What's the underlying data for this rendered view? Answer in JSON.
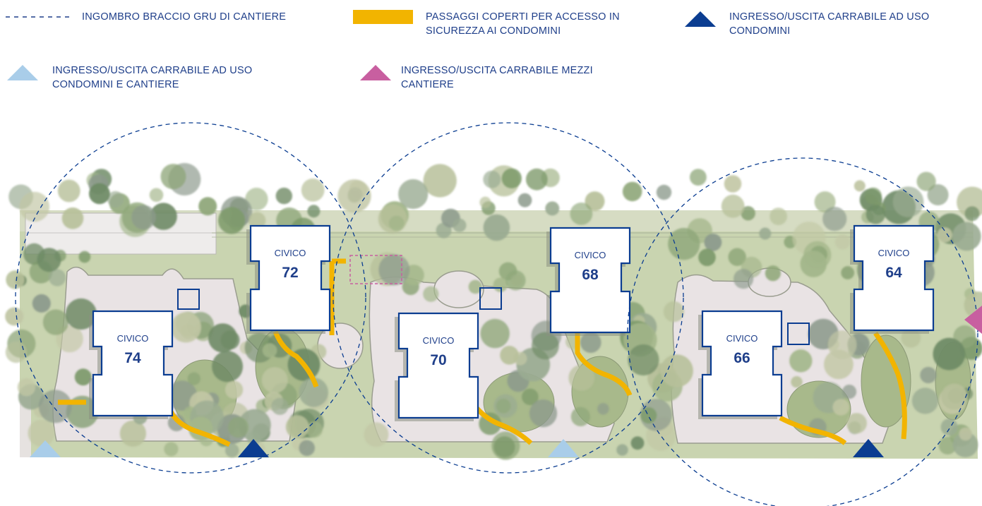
{
  "legend": {
    "crane": "INGOMBRO BRACCIO GRU DI CANTIERE",
    "covered": "PASSAGGI COPERTI PER ACCESSO IN\nSICUREZZA AI CONDOMINI",
    "entry_condomini": "INGRESSO/USCITA CARRABILE AD USO\nCONDOMINI",
    "entry_shared": "INGRESSO/USCITA CARRABILE AD USO\nCONDOMINI E CANTIERE",
    "entry_cantiere": "INGRESSO/USCITA CARRABILE MEZZI\nCANTIERE"
  },
  "buildings": [
    {
      "label": "CIVICO",
      "number": "74"
    },
    {
      "label": "CIVICO",
      "number": "72"
    },
    {
      "label": "CIVICO",
      "number": "70"
    },
    {
      "label": "CIVICO",
      "number": "68"
    },
    {
      "label": "CIVICO",
      "number": "66"
    },
    {
      "label": "CIVICO",
      "number": "64"
    }
  ],
  "colors": {
    "navy": "#0b3d91",
    "text_blue": "#1f3f8a",
    "covered_yellow": "#f2b400",
    "light_blue": "#a9cde9",
    "magenta": "#c85fa0",
    "lawn": "#c9d4b0"
  },
  "icons": [
    "crane-dash-icon",
    "covered-passage-icon",
    "navy-triangle-icon",
    "light-blue-triangle-icon",
    "magenta-triangle-icon"
  ]
}
